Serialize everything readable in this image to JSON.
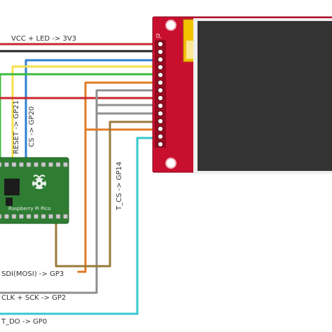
{
  "labels": {
    "vcc_led": "VCC + LED -> 3V3",
    "reset": "RESET -> GP21",
    "cs": "CS -> GP20",
    "tcs": "T_CS -> GP14",
    "sdi": "SDI(MOSI) -> GP3",
    "sck": "CLK + SCK -> GP2",
    "tdo": "T_DO -> GP0"
  },
  "display": {
    "connector_label": "J2"
  },
  "pico": {
    "label": "Raspberry Pi Pico"
  },
  "colors": {
    "red": "#c9272d",
    "black": "#222222",
    "yellow": "#f4e04d",
    "blue": "#2f7fd0",
    "green": "#3dbb3d",
    "orange": "#e07b26",
    "gray": "#8f8f8f",
    "olive": "#9a7a3a",
    "cyan": "#35c9cf",
    "pcb": "#c8102e",
    "screen": "#333333",
    "pico_board": "#2e7d32"
  }
}
